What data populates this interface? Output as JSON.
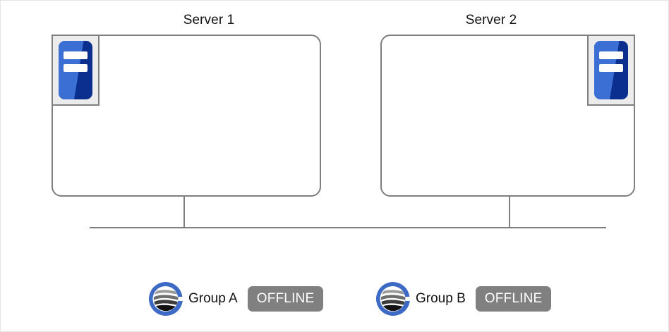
{
  "diagram": {
    "title_hidden": "",
    "servers": [
      {
        "label": "Server 1",
        "icon_name": "server-icon",
        "icon_position": "top-left"
      },
      {
        "label": "Server 2",
        "icon_name": "server-icon",
        "icon_position": "top-right"
      }
    ],
    "network": {
      "bus_name": "shared-network-bus",
      "connector_count": 2
    },
    "groups": [
      {
        "icon_name": "cluster-globe-icon",
        "label": "Group A",
        "status": "OFFLINE"
      },
      {
        "icon_name": "cluster-globe-icon",
        "label": "Group B",
        "status": "OFFLINE"
      }
    ]
  },
  "colors": {
    "outline": "#7f7f7f",
    "icon_blue_dark": "#0b2f8f",
    "icon_blue_light": "#3b6fd4",
    "icon_plate": "#ececec",
    "status_offline_bg": "#808080",
    "status_offline_text": "#ffffff",
    "globe_ring": "#3d6ac4",
    "text": "#111111"
  }
}
